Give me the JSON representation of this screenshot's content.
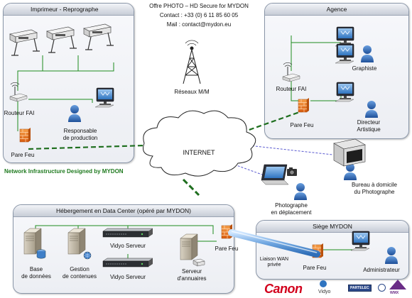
{
  "header": {
    "contact_title": "Offre PHOTO – HD Secure for MYDON",
    "contact_phone": "Contact : +33 (0) 6 11 85 60 05",
    "contact_mail": "Mail : contact@mydon.eu"
  },
  "tagline": "Network Infrastructure Designed by MYDON",
  "panels": {
    "imprimeur": {
      "title": "Imprimeur - Reprographe",
      "router_label": "Routeur FAI",
      "responsable_label_1": "Responsable",
      "responsable_label_2": "de production",
      "firewall_label": "Pare Feu"
    },
    "agence": {
      "title": "Agence",
      "router_label": "Routeur FAI",
      "graphiste_label": "Graphiste",
      "firewall_label": "Pare Feu",
      "directeur_label_1": "Directeur",
      "directeur_label_2": "Artistique"
    },
    "datacenter": {
      "title": "Hébergement en Data Center (opéré par MYDON)",
      "db_label_1": "Base",
      "db_label_2": "de données",
      "gestion_label_1": "Gestion",
      "gestion_label_2": "de contenues",
      "vidyo1_label": "Vidyo Serveur",
      "vidyo2_label": "Vidyo Serveur",
      "annuaire_label_1": "Serveur",
      "annuaire_label_2": "d'annuaires",
      "firewall_label": "Pare Feu"
    },
    "siege": {
      "title": "Siège MYDON",
      "wan_label_1": "Liaison WAN",
      "wan_label_2": "privée",
      "firewall_label": "Pare Feu",
      "admin_label": "Administrateur"
    }
  },
  "center": {
    "tower_label": "Réseaux M/M",
    "internet_label": "INTERNET"
  },
  "remote": {
    "bureau_label_1": "Bureau à domicile",
    "bureau_label_2": "du Photographe",
    "photographe_label_1": "Photographe",
    "photographe_label_2": "en déplacement"
  },
  "logos": {
    "canon": "Canon",
    "vidyo": "Vidyo",
    "partelec": "PARTELEC",
    "wmx": "WMX"
  },
  "colors": {
    "green_link": "#1e8c1e",
    "green_dashed": "#1e6e1e",
    "blue_dashed": "#5a5ad0",
    "firewall": "#e8751a",
    "screen_blue": "#2f74c0",
    "person_blue": "#2b5ea8"
  },
  "icons": [
    "printer-icon",
    "router-icon",
    "firewall-icon",
    "computer-icon",
    "user-icon",
    "tower-icon",
    "cloud-icon",
    "server-icon",
    "database-icon",
    "rack-server-icon",
    "laptop-icon",
    "camera-icon",
    "crt-monitor-icon",
    "wan-tube-icon"
  ]
}
